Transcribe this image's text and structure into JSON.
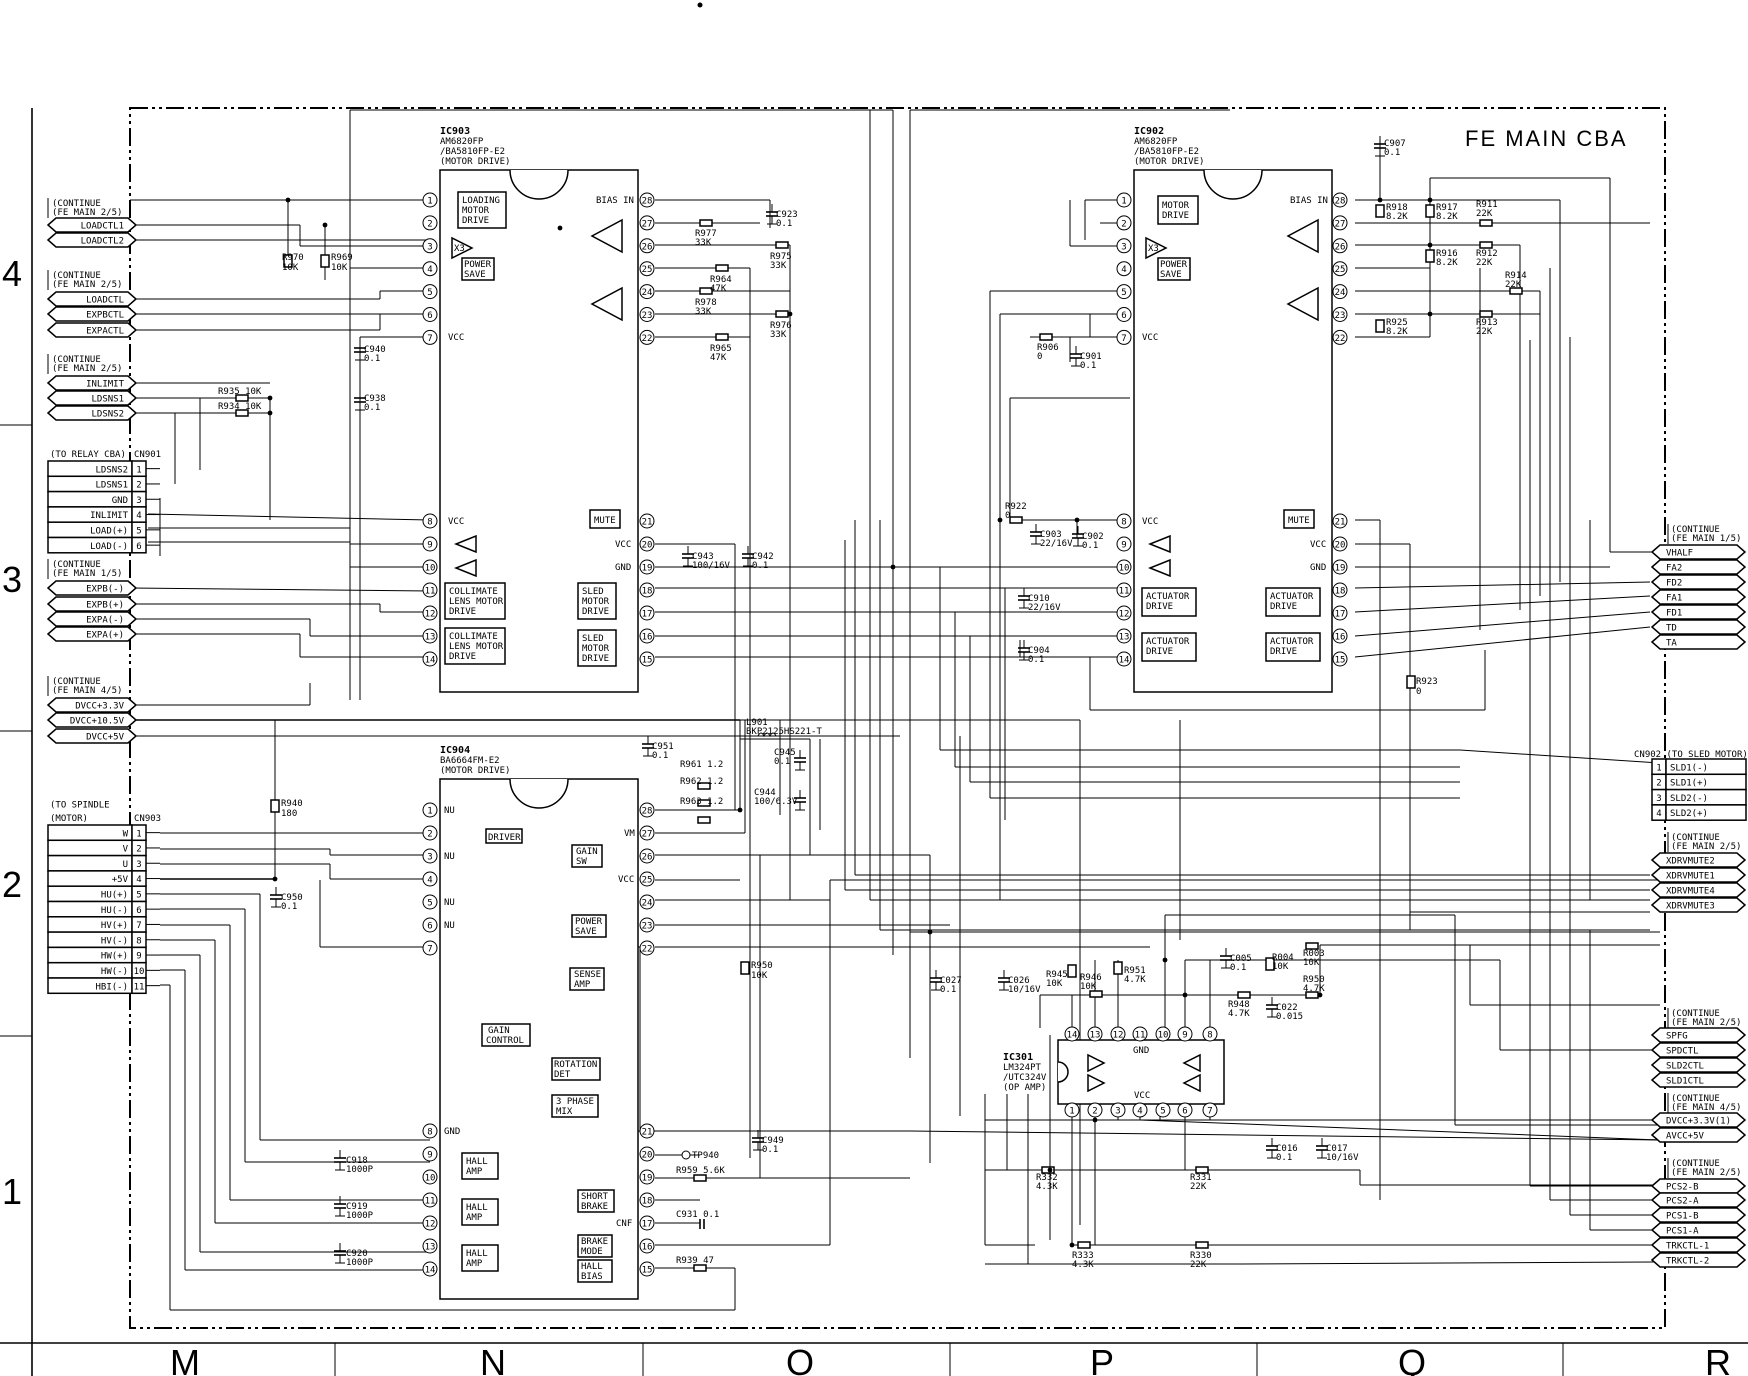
{
  "board_title": "FE MAIN CBA",
  "grid": {
    "rows": [
      "4",
      "3",
      "2",
      "1"
    ],
    "cols": [
      "M",
      "N",
      "O",
      "P",
      "Q",
      "R"
    ]
  },
  "ics": {
    "ic903": {
      "ref": "IC903",
      "part": "AM6820FP",
      "alt": "/BA5810FP-E2",
      "func": "(MOTOR DRIVE)"
    },
    "ic902": {
      "ref": "IC902",
      "part": "AM6820FP",
      "alt": "/BA5810FP-E2",
      "func": "(MOTOR DRIVE)"
    },
    "ic904": {
      "ref": "IC904",
      "part": "BA6664FM-E2",
      "func": "(MOTOR DRIVE)"
    },
    "ic301": {
      "ref": "IC301",
      "part": "LM324PT",
      "alt": "/UTC324V",
      "func": "(OP AMP)"
    }
  },
  "blocks": {
    "loading": [
      "LOADING",
      "MOTOR",
      "DRIVE"
    ],
    "motor_drive": [
      "MOTOR",
      "DRIVE"
    ],
    "x3": "X3",
    "power_save": [
      "POWER",
      "SAVE"
    ],
    "mute": "MUTE",
    "collimate": [
      "COLLIMATE",
      "LENS MOTOR",
      "DRIVE"
    ],
    "sled": [
      "SLED",
      "MOTOR",
      "DRIVE"
    ],
    "actuator": [
      "ACTUATOR",
      "DRIVE"
    ],
    "driver": "DRIVER",
    "gain_sw": [
      "GAIN",
      "SW"
    ],
    "sense_amp": [
      "SENSE",
      "AMP"
    ],
    "gain_control": [
      "GAIN",
      "CONTROL"
    ],
    "rotation_det": [
      "ROTATION",
      "DET"
    ],
    "three_phase": [
      "3 PHASE",
      "MIX"
    ],
    "hall_amp": [
      "HALL",
      "AMP"
    ],
    "short_brake": [
      "SHORT",
      "BRAKE"
    ],
    "brake_mode": [
      "BRAKE",
      "MODE"
    ],
    "hall_bias": [
      "HALL",
      "BIAS"
    ]
  },
  "pin_labels": {
    "vcc": "VCC",
    "gnd": "GND",
    "bias_in": "BIAS IN",
    "vm": "VM",
    "cnf": "CNF",
    "nu": "NU"
  },
  "left_groups": [
    {
      "header": [
        "(CONTINUE",
        "(FE MAIN 2/5)"
      ],
      "signals": [
        "LOADCTL1",
        "LOADCTL2"
      ]
    },
    {
      "header": [
        "(CONTINUE",
        "(FE MAIN 2/5)"
      ],
      "signals": [
        "LOADCTL",
        "EXPBCTL",
        "EXPACTL"
      ]
    },
    {
      "header": [
        "(CONTINUE",
        "(FE MAIN 2/5)"
      ],
      "signals": [
        "INLIMIT",
        "LDSNS1",
        "LDSNS2"
      ]
    },
    {
      "header": [
        "(CONTINUE",
        "(FE MAIN 1/5)"
      ],
      "signals": [
        "EXPB(-)",
        "EXPB(+)",
        "EXPA(-)",
        "EXPA(+)"
      ]
    },
    {
      "header": [
        "(CONTINUE",
        "(FE MAIN 4/5)"
      ],
      "signals": [
        "DVCC+3.3V",
        "DVCC+10.5V",
        "DVCC+5V"
      ]
    }
  ],
  "cn901": {
    "header": "(TO RELAY CBA)",
    "ref": "CN901",
    "pins": [
      {
        "name": "LDSNS2",
        "n": "1"
      },
      {
        "name": "LDSNS1",
        "n": "2"
      },
      {
        "name": "GND",
        "n": "3"
      },
      {
        "name": "INLIMIT",
        "n": "4"
      },
      {
        "name": "LOAD(+)",
        "n": "5"
      },
      {
        "name": "LOAD(-)",
        "n": "6"
      }
    ]
  },
  "cn903": {
    "header": [
      "(TO SPINDLE",
      "(MOTOR)"
    ],
    "ref": "CN903",
    "pins": [
      {
        "name": "W",
        "n": "1"
      },
      {
        "name": "V",
        "n": "2"
      },
      {
        "name": "U",
        "n": "3"
      },
      {
        "name": "+5V",
        "n": "4"
      },
      {
        "name": "HU(+)",
        "n": "5"
      },
      {
        "name": "HU(-)",
        "n": "6"
      },
      {
        "name": "HV(+)",
        "n": "7"
      },
      {
        "name": "HV(-)",
        "n": "8"
      },
      {
        "name": "HW(+)",
        "n": "9"
      },
      {
        "name": "HW(-)",
        "n": "10"
      },
      {
        "name": "HBI(-)",
        "n": "11"
      }
    ]
  },
  "cn902": {
    "header": "CN902 (TO SLED MOTOR)",
    "pins": [
      {
        "name": "SLD1(-)",
        "n": "1"
      },
      {
        "name": "SLD1(+)",
        "n": "2"
      },
      {
        "name": "SLD2(-)",
        "n": "3"
      },
      {
        "name": "SLD2(+)",
        "n": "4"
      }
    ]
  },
  "right_groups": [
    {
      "header": [
        "(CONTINUE",
        "(FE MAIN 1/5)"
      ],
      "signals": [
        "VHALF",
        "FA2",
        "FD2",
        "FA1",
        "FD1",
        "TD",
        "TA"
      ]
    },
    {
      "header": [
        "(CONTINUE",
        "(FE MAIN 2/5)"
      ],
      "signals": [
        "XDRVMUTE2",
        "XDRVMUTE1",
        "XDRVMUTE4",
        "XDRVMUTE3"
      ]
    },
    {
      "header": [
        "(CONTINUE",
        "(FE MAIN 2/5)"
      ],
      "signals": [
        "SPFG",
        "SPDCTL",
        "SLD2CTL",
        "SLD1CTL"
      ]
    },
    {
      "header": [
        "(CONTINUE",
        "(FE MAIN 4/5)"
      ],
      "signals": [
        "DVCC+3.3V(1)",
        "AVCC+5V"
      ]
    },
    {
      "header": [
        "(CONTINUE",
        "(FE MAIN 2/5)"
      ],
      "signals": [
        "PCS2-B",
        "PCS2-A",
        "PCS1-B",
        "PCS1-A",
        "TRKCTL-1",
        "TRKCTL-2"
      ]
    }
  ],
  "parts": {
    "r970": [
      "R970",
      "10K"
    ],
    "r969": [
      "R969",
      "10K"
    ],
    "c940": [
      "C940",
      "0.1"
    ],
    "c938": [
      "C938",
      "0.1"
    ],
    "r935": "R935  10K",
    "r934": "R934  10K",
    "c923": [
      "C923",
      "0.1"
    ],
    "r977": [
      "R977",
      "33K"
    ],
    "r975": [
      "R975",
      "33K"
    ],
    "r964": [
      "R964",
      "47K"
    ],
    "r978": [
      "R978",
      "33K"
    ],
    "r976": [
      "R976",
      "33K"
    ],
    "r965": [
      "R965",
      "47K"
    ],
    "c943": [
      "C943",
      "100/16V"
    ],
    "c942": [
      "C942",
      "0.1"
    ],
    "c951": [
      "C951",
      "0.1"
    ],
    "l901": [
      "L901",
      "BKP2125HS221-T"
    ],
    "c945": [
      "C945",
      "0.1"
    ],
    "c944": [
      "C944",
      "100/6.3V"
    ],
    "r961": "R961  1.2",
    "r962": "R962  1.2",
    "r963": "R963  1.2",
    "r940": [
      "R940",
      "180"
    ],
    "c950": [
      "C950",
      "0.1"
    ],
    "r950b": [
      "R950",
      "10K"
    ],
    "c918": [
      "C918",
      "1000P"
    ],
    "c919": [
      "C919",
      "1000P"
    ],
    "c920": [
      "C920",
      "1000P"
    ],
    "c949": [
      "C949",
      "0.1"
    ],
    "tp940": "TP940",
    "r959": "R959  5.6K",
    "c931": "C931  0.1",
    "r939": "R939  47",
    "c907": [
      "C907",
      "0.1"
    ],
    "r918": [
      "R918",
      "8.2K"
    ],
    "r917": [
      "R917",
      "8.2K"
    ],
    "r911": [
      "R911",
      "22K"
    ],
    "r916": [
      "R916",
      "8.2K"
    ],
    "r912": [
      "R912",
      "22K"
    ],
    "r914": [
      "R914",
      "22K"
    ],
    "r925": [
      "R925",
      "8.2K"
    ],
    "r913": [
      "R913",
      "22K"
    ],
    "r906": [
      "R906",
      "0"
    ],
    "c901": [
      "C901",
      "0.1"
    ],
    "r922": [
      "R922",
      "0"
    ],
    "c903": [
      "C903",
      "22/16V"
    ],
    "c902": [
      "C902",
      "0.1"
    ],
    "c910": [
      "C910",
      "22/16V"
    ],
    "c904": [
      "C904",
      "0.1"
    ],
    "r923": [
      "R923",
      "0"
    ],
    "c027": [
      "C027",
      "0.1"
    ],
    "c026": [
      "C026",
      "10/16V"
    ],
    "r945": [
      "R945",
      "10K"
    ],
    "r946": [
      "R946",
      "10K"
    ],
    "r951": [
      "R951",
      "4.7K"
    ],
    "c005": [
      "C005",
      "0.1"
    ],
    "r004": [
      "R004",
      "10K"
    ],
    "r003": [
      "R003",
      "10K"
    ],
    "r950": [
      "R950",
      "4.7K"
    ],
    "r948": [
      "R948",
      "4.7K"
    ],
    "c022": [
      "C022",
      "0.015"
    ],
    "c016": [
      "C016",
      "0.1"
    ],
    "c017": [
      "C017",
      "10/16V"
    ],
    "r332": [
      "R332",
      "4.3K"
    ],
    "r331": [
      "R331",
      "22K"
    ],
    "r333": [
      "R333",
      "4.3K"
    ],
    "r330": [
      "R330",
      "22K"
    ]
  }
}
